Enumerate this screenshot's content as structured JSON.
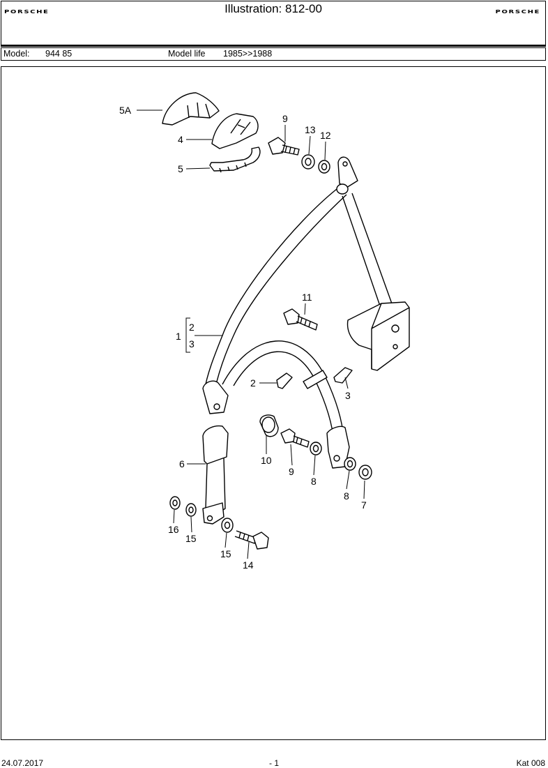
{
  "header": {
    "brand_left": "PORSCHE",
    "brand_right": "PORSCHE",
    "title": "Illustration: 812-00"
  },
  "model_bar": {
    "model_label": "Model:",
    "model_value": "944 85",
    "life_label": "Model life",
    "life_value": "1985>>1988"
  },
  "callouts": {
    "c5A": "5A",
    "c4": "4",
    "c5": "5",
    "c9a": "9",
    "c13": "13",
    "c12": "12",
    "c11": "11",
    "c1": "1",
    "c2a": "2",
    "c3a": "3",
    "c2b": "2",
    "c3b": "3",
    "c10": "10",
    "c9b": "9",
    "c8a": "8",
    "c8b": "8",
    "c7": "7",
    "c6": "6",
    "c16": "16",
    "c15a": "15",
    "c15b": "15",
    "c14": "14"
  },
  "footer": {
    "date": "24.07.2017",
    "page": "- 1",
    "catalog": "Kat 008"
  }
}
